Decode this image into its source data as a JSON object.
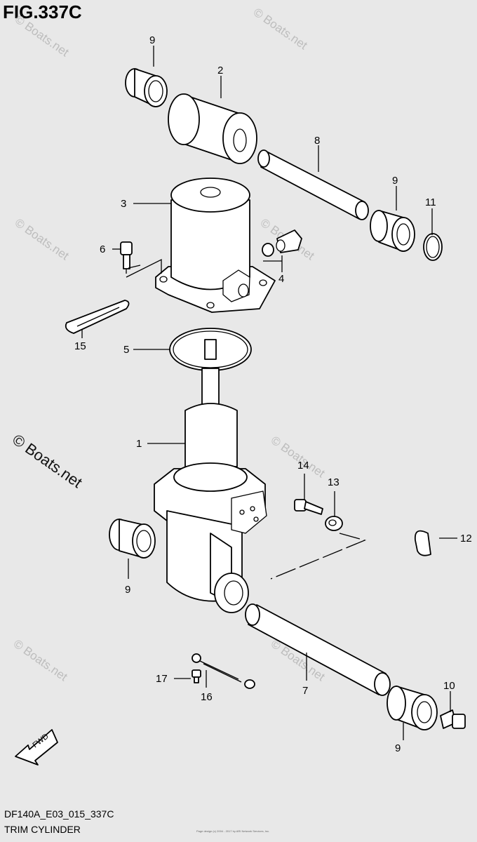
{
  "figure": {
    "title": "FIG.337C",
    "model_code": "DF140A_E03_015_337C",
    "section_name": "TRIM CYLINDER",
    "direction_label": "FWD",
    "fine_print": "Page design (c) 2004 - 2017 by ARI Network Services, Inc."
  },
  "watermark": {
    "text": "© Boats.net"
  },
  "callouts": {
    "c1": "1",
    "c2": "2",
    "c3": "3",
    "c4": "4",
    "c5": "5",
    "c6": "6",
    "c7": "7",
    "c8": "8",
    "c9": "9",
    "c10": "10",
    "c11": "11",
    "c12": "12",
    "c13": "13",
    "c14": "14",
    "c15": "15",
    "c16": "16",
    "c17": "17"
  }
}
